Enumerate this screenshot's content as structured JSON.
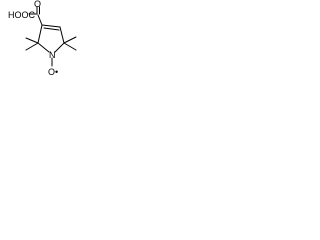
{
  "molecule": {
    "atoms": {
      "carboxyl_group": "HOOC",
      "carbonyl_oxygen": "O",
      "ring_nitrogen": "N",
      "nitroxide_oxygen": "O•"
    },
    "colors": {
      "ink": "#000000",
      "background": "#ffffff"
    }
  }
}
